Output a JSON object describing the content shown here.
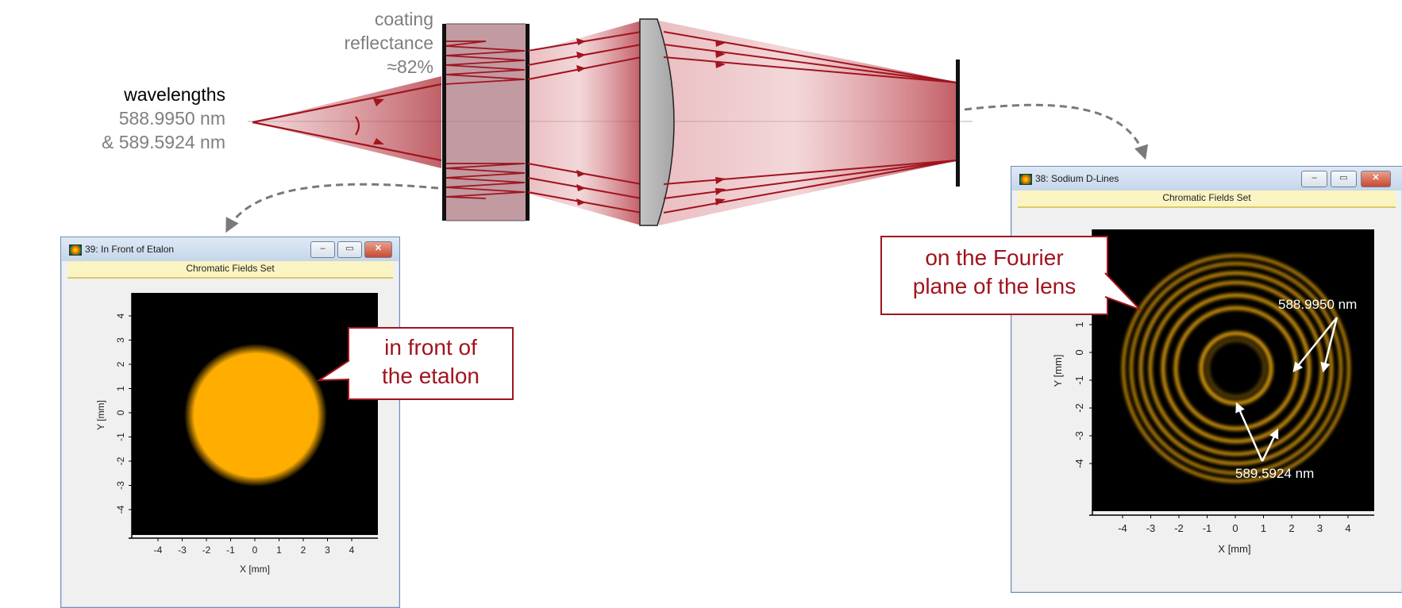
{
  "labels": {
    "wavelengths_title": "wavelengths",
    "wavelength_1": "588.9950 nm",
    "wavelength_2": "& 589.5924 nm",
    "coating_line1": "coating",
    "coating_line2": "reflectance",
    "coating_line3": "≈82%"
  },
  "windows": {
    "left": {
      "title": "39: In Front of Etalon",
      "subtitle": "Chromatic Fields Set",
      "xlabel": "X [mm]",
      "ylabel": "Y [mm]",
      "x_ticks": [
        "-4",
        "-3",
        "-2",
        "-1",
        "0",
        "1",
        "2",
        "3",
        "4"
      ],
      "y_ticks": [
        "4",
        "3",
        "2",
        "1",
        "0",
        "-1",
        "-2",
        "-3",
        "-4"
      ]
    },
    "right": {
      "title": "38: Sodium D-Lines",
      "subtitle": "Chromatic Fields Set",
      "xlabel": "X [mm]",
      "ylabel": "Y [mm]",
      "x_ticks": [
        "-4",
        "-3",
        "-2",
        "-1",
        "0",
        "1",
        "2",
        "3",
        "4"
      ],
      "y_ticks": [
        "1",
        "0",
        "-1",
        "-2",
        "-3",
        "-4"
      ],
      "annotation_1": "588.9950 nm",
      "annotation_2": "589.5924 nm"
    }
  },
  "window_controls": {
    "minimize": "–",
    "maximize": "▭",
    "close": "✕"
  },
  "callouts": {
    "etalon_line1": "in front of",
    "etalon_line2": "the etalon",
    "fourier_line1": "on the Fourier",
    "fourier_line2": "plane of the lens"
  },
  "colors": {
    "beam": "#a0141e",
    "field": "#ffae00",
    "ring": "#e3a20a",
    "callout_border": "#a0141e"
  }
}
